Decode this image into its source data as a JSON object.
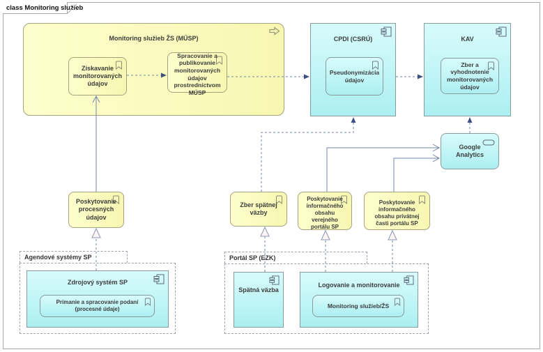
{
  "diagram": {
    "tab_title": "class Monitoring služieb"
  },
  "colors": {
    "yellow_fill": "#f9f9bd",
    "yellow_border": "#a2a27b",
    "cyan_fill": "#c2f4f6",
    "cyan_border": "#879a9e",
    "connector_line": "#7384a6",
    "arrowhead_fill": "#3c517f",
    "frame_border": "#a9a9a9"
  },
  "icons": {
    "process_arrow": "right-block-arrow-outline",
    "service_banner": "bookmark-banner-outline",
    "component": "uml-component",
    "application_service": "rounded-oval"
  },
  "nodes": {
    "musp": {
      "title": "Monitoring služieb ŽS (MÚSP)"
    },
    "ziskavanie": {
      "label": "Získavanie monitorovaných údajov"
    },
    "spracovanie": {
      "label": "Spracovanie a publikovanie monitorovaných údajov prostredníctvom MÚSP"
    },
    "cpdi": {
      "title": "CPDI (CSRÚ)"
    },
    "pseudonymizacia": {
      "label": "Pseudonymizácia údajov"
    },
    "kav": {
      "title": "KAV"
    },
    "zber_vyhodnotenie": {
      "label": "Zber a vyhodnotenie monitorovaných údajov"
    },
    "google_analytics": {
      "label": "Google Analytics"
    },
    "poskytovanie_procesnych": {
      "label": "Poskytovanie procesných údajov"
    },
    "zber_spatnej_vazby": {
      "label": "Zber spätnej väzby"
    },
    "poskytovanie_verejneho": {
      "label": "Poskytovanie informačného obsahu verejného portálu SP"
    },
    "poskytovanie_privatnej": {
      "label": "Poskytovanie informačného obsahu privátnej časti portálu SP"
    },
    "agendove_systemy": {
      "title": "Agendové systémy SP"
    },
    "zdrojovy_system": {
      "title": "Zdrojový systém SP"
    },
    "primanie": {
      "label": "Prímanie a spracovanie podaní (procesné údaje)"
    },
    "portal_sp": {
      "title": "Portál SP (EZK)"
    },
    "spatna_vazba": {
      "title": "Spätná väzba"
    },
    "logovanie": {
      "title": "Logovanie a monitorovanie"
    },
    "monitoring_sluzieb": {
      "label": "Monitoring služieb/ŽS"
    }
  }
}
